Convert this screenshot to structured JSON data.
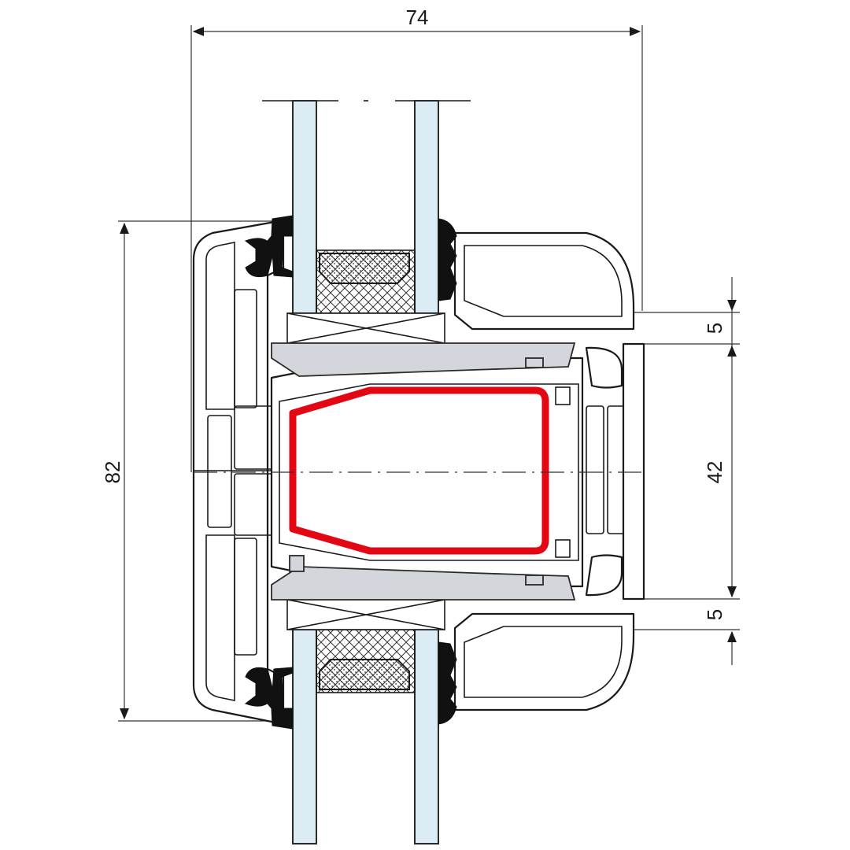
{
  "dimensions": {
    "width_top": "74",
    "height_left": "82",
    "right_top_gap": "5",
    "right_middle": "42",
    "right_bottom_gap": "5"
  },
  "colors": {
    "reinforcement": "#e30613",
    "glass": "#dcecf5",
    "gray_part": "#d3d6da",
    "gasket": "#111111"
  }
}
